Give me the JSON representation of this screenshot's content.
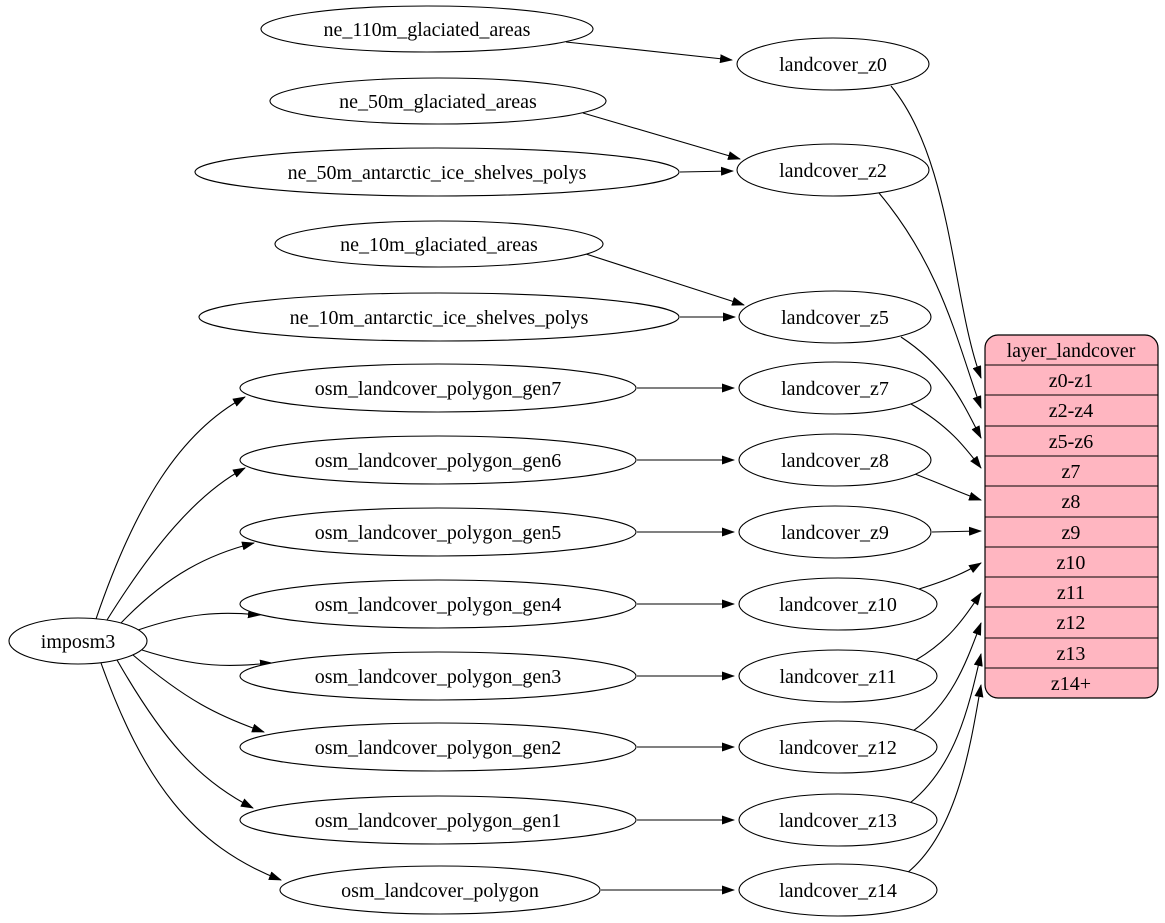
{
  "diagram": {
    "type": "graphviz-etl-flow",
    "colors": {
      "background": "#ffffff",
      "edge": "#000000",
      "node_fill": "#ffffff",
      "node_stroke": "#000000",
      "record_fill": "#ffb6c1"
    },
    "nodes": {
      "imposm3": {
        "label": "imposm3"
      },
      "ne_110m_glaciated_areas": {
        "label": "ne_110m_glaciated_areas"
      },
      "ne_50m_glaciated_areas": {
        "label": "ne_50m_glaciated_areas"
      },
      "ne_50m_antarctic_ice_shelves_polys": {
        "label": "ne_50m_antarctic_ice_shelves_polys"
      },
      "ne_10m_glaciated_areas": {
        "label": "ne_10m_glaciated_areas"
      },
      "ne_10m_antarctic_ice_shelves_polys": {
        "label": "ne_10m_antarctic_ice_shelves_polys"
      },
      "osm_landcover_polygon_gen7": {
        "label": "osm_landcover_polygon_gen7"
      },
      "osm_landcover_polygon_gen6": {
        "label": "osm_landcover_polygon_gen6"
      },
      "osm_landcover_polygon_gen5": {
        "label": "osm_landcover_polygon_gen5"
      },
      "osm_landcover_polygon_gen4": {
        "label": "osm_landcover_polygon_gen4"
      },
      "osm_landcover_polygon_gen3": {
        "label": "osm_landcover_polygon_gen3"
      },
      "osm_landcover_polygon_gen2": {
        "label": "osm_landcover_polygon_gen2"
      },
      "osm_landcover_polygon_gen1": {
        "label": "osm_landcover_polygon_gen1"
      },
      "osm_landcover_polygon": {
        "label": "osm_landcover_polygon"
      },
      "landcover_z0": {
        "label": "landcover_z0"
      },
      "landcover_z2": {
        "label": "landcover_z2"
      },
      "landcover_z5": {
        "label": "landcover_z5"
      },
      "landcover_z7": {
        "label": "landcover_z7"
      },
      "landcover_z8": {
        "label": "landcover_z8"
      },
      "landcover_z9": {
        "label": "landcover_z9"
      },
      "landcover_z10": {
        "label": "landcover_z10"
      },
      "landcover_z11": {
        "label": "landcover_z11"
      },
      "landcover_z12": {
        "label": "landcover_z12"
      },
      "landcover_z13": {
        "label": "landcover_z13"
      },
      "landcover_z14": {
        "label": "landcover_z14"
      }
    },
    "record": {
      "title": "layer_landcover",
      "rows": [
        "z0-z1",
        "z2-z4",
        "z5-z6",
        "z7",
        "z8",
        "z9",
        "z10",
        "z11",
        "z12",
        "z13",
        "z14+"
      ]
    },
    "edges": [
      [
        "ne_110m_glaciated_areas",
        "landcover_z0"
      ],
      [
        "ne_50m_glaciated_areas",
        "landcover_z2"
      ],
      [
        "ne_50m_antarctic_ice_shelves_polys",
        "landcover_z2"
      ],
      [
        "ne_10m_glaciated_areas",
        "landcover_z5"
      ],
      [
        "ne_10m_antarctic_ice_shelves_polys",
        "landcover_z5"
      ],
      [
        "imposm3",
        "osm_landcover_polygon_gen7"
      ],
      [
        "imposm3",
        "osm_landcover_polygon_gen6"
      ],
      [
        "imposm3",
        "osm_landcover_polygon_gen5"
      ],
      [
        "imposm3",
        "osm_landcover_polygon_gen4"
      ],
      [
        "imposm3",
        "osm_landcover_polygon_gen3"
      ],
      [
        "imposm3",
        "osm_landcover_polygon_gen2"
      ],
      [
        "imposm3",
        "osm_landcover_polygon_gen1"
      ],
      [
        "imposm3",
        "osm_landcover_polygon"
      ],
      [
        "osm_landcover_polygon_gen7",
        "landcover_z7"
      ],
      [
        "osm_landcover_polygon_gen6",
        "landcover_z8"
      ],
      [
        "osm_landcover_polygon_gen5",
        "landcover_z9"
      ],
      [
        "osm_landcover_polygon_gen4",
        "landcover_z10"
      ],
      [
        "osm_landcover_polygon_gen3",
        "landcover_z11"
      ],
      [
        "osm_landcover_polygon_gen2",
        "landcover_z12"
      ],
      [
        "osm_landcover_polygon_gen1",
        "landcover_z13"
      ],
      [
        "osm_landcover_polygon",
        "landcover_z14"
      ],
      [
        "landcover_z0",
        "layer_landcover:z0-z1"
      ],
      [
        "landcover_z2",
        "layer_landcover:z2-z4"
      ],
      [
        "landcover_z5",
        "layer_landcover:z5-z6"
      ],
      [
        "landcover_z7",
        "layer_landcover:z7"
      ],
      [
        "landcover_z8",
        "layer_landcover:z8"
      ],
      [
        "landcover_z9",
        "layer_landcover:z9"
      ],
      [
        "landcover_z10",
        "layer_landcover:z10"
      ],
      [
        "landcover_z11",
        "layer_landcover:z11"
      ],
      [
        "landcover_z12",
        "layer_landcover:z12"
      ],
      [
        "landcover_z13",
        "layer_landcover:z13"
      ],
      [
        "landcover_z14",
        "layer_landcover:z14+"
      ]
    ]
  }
}
